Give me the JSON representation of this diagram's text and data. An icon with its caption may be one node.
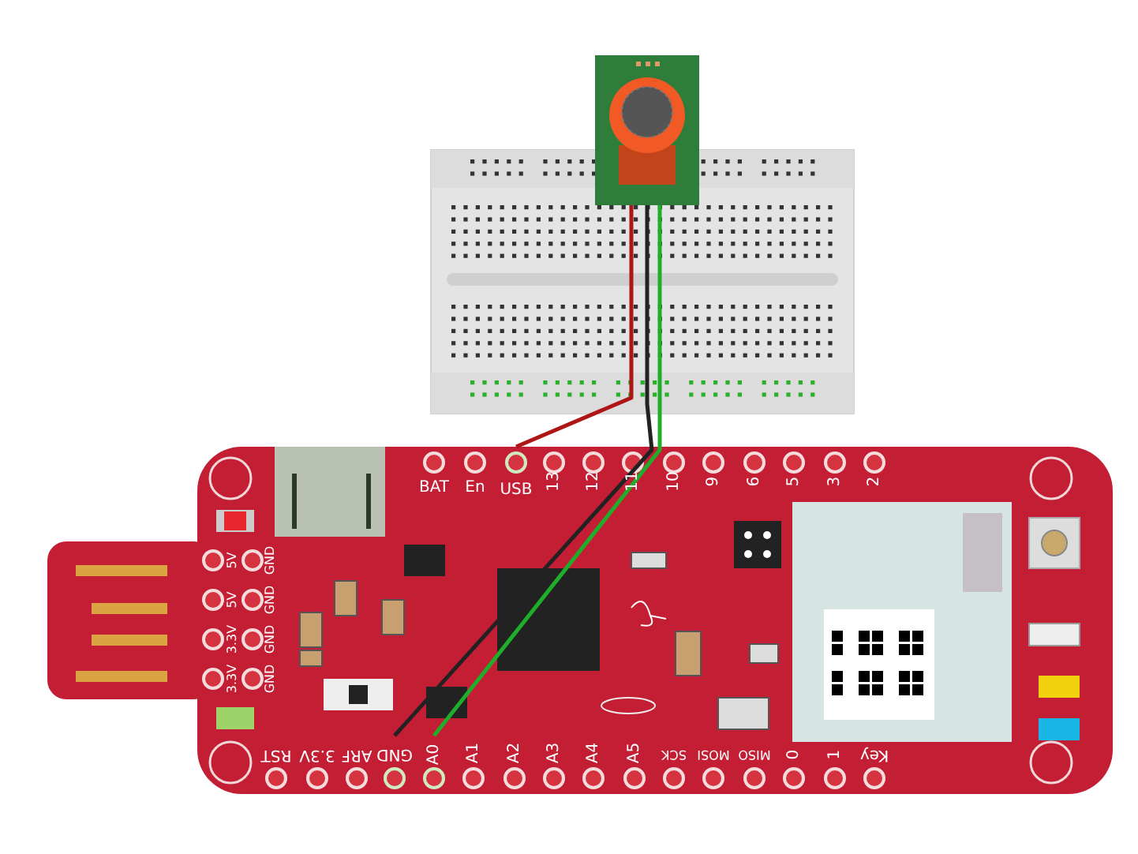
{
  "diagram": {
    "nodes": [
      {
        "text": [],
        "shape": "picture"
      },
      {
        "text": [
          "USB"
        ]
      },
      {
        "text": [
          "GND"
        ]
      },
      {
        "text": [
          "A0"
        ]
      }
    ],
    "edges": [
      {
        "from": 0,
        "to": 1,
        "arrow": "none",
        "color": "#b01515"
      },
      {
        "from": 0,
        "to": 2,
        "arrow": "none",
        "color": "#222222"
      },
      {
        "from": 0,
        "to": 3,
        "arrow": "none",
        "color": "#1fae2a"
      }
    ],
    "labels": [
      "BAT",
      "En",
      "13",
      "12",
      "11",
      "10",
      "9",
      "6",
      "5",
      "3",
      "2",
      "5V",
      "GND",
      "5V",
      "GND",
      "3.3V",
      "GND",
      "3.3V",
      "GND",
      "RST",
      "3.3V",
      "ARF",
      "A1",
      "A2",
      "A3",
      "A4",
      "A5",
      "SCK",
      "MOSI",
      "MISO",
      "0",
      "1",
      "Key"
    ]
  }
}
